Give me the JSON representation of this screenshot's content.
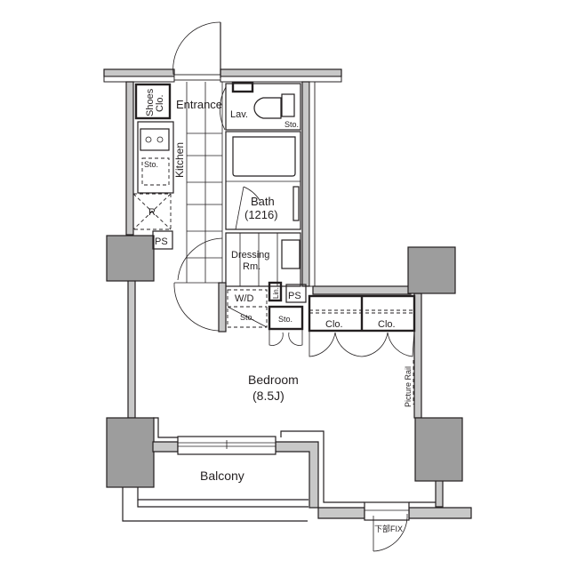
{
  "floorplan": {
    "rooms": {
      "entrance": "Entrance",
      "shoes_closet_1": "Shoes",
      "shoes_closet_2": "Clo.",
      "kitchen": "Kitchen",
      "kitchen_storage": "Sto.",
      "refrigerator": "R",
      "ps_left": "PS",
      "lavatory": "Lav.",
      "toilet_storage": "Sto.",
      "bath": "Bath",
      "bath_size": "(1216)",
      "dressing_1": "Dressing",
      "dressing_2": "Rm.",
      "washer_dryer": "W/D",
      "wd_storage": "Sto.",
      "linen": "Lin.",
      "ps_right": "PS",
      "storage": "Sto.",
      "closet_1": "Clo.",
      "closet_2": "Clo.",
      "picture_rail": "Picture Rail",
      "bedroom": "Bedroom",
      "bedroom_size": "(8.5J)",
      "balcony": "Balcony",
      "window_fix": "下部FIX"
    },
    "colors": {
      "wall": "#c8c8c8",
      "column": "#9d9d9d",
      "line": "#231f20",
      "background": "#ffffff"
    }
  }
}
